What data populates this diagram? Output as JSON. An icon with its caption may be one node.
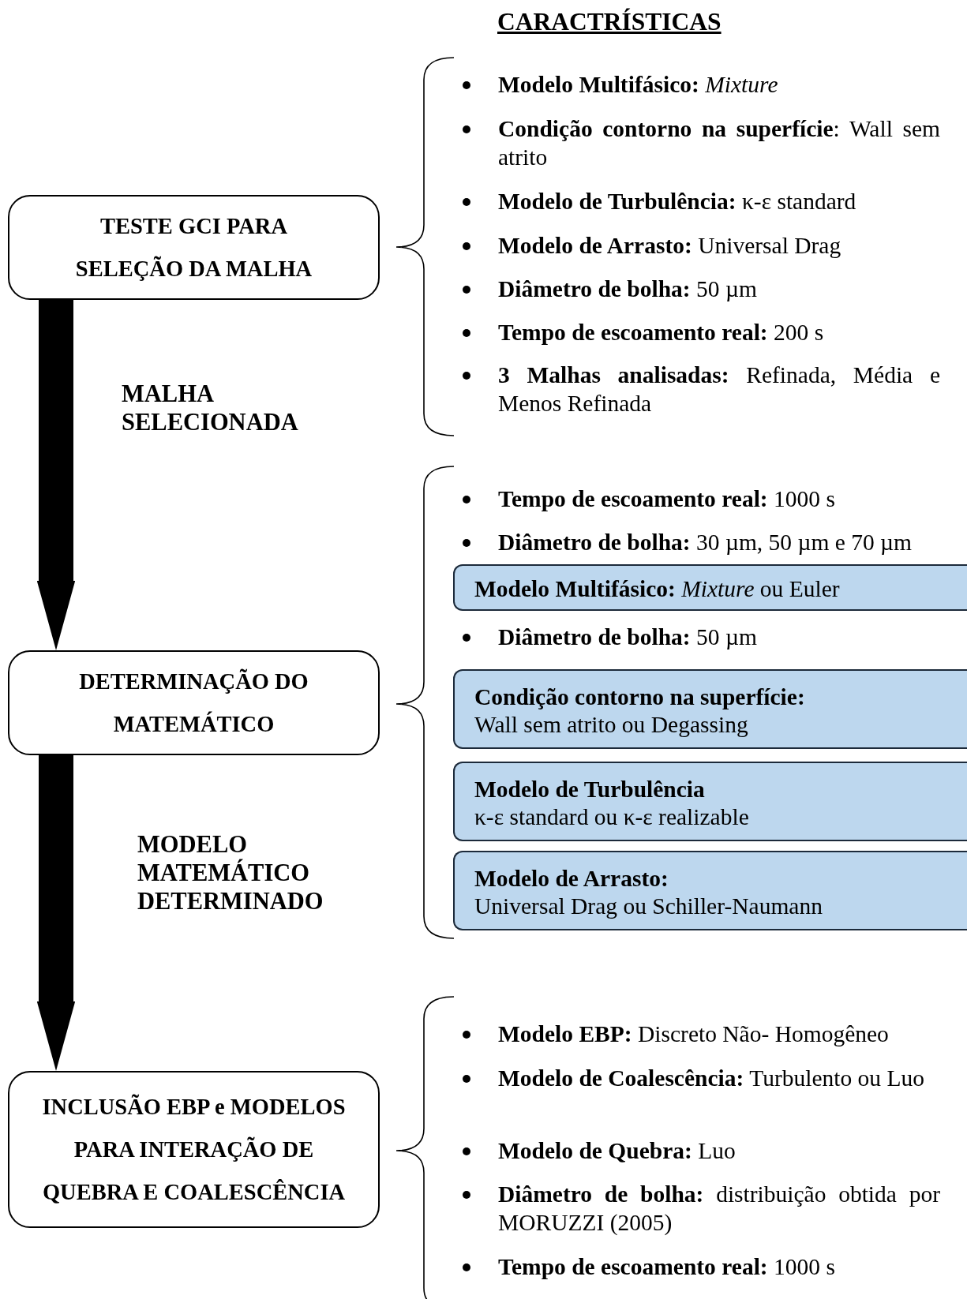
{
  "diagram": {
    "title": "CARACTRÍSTICAS",
    "nodes": [
      {
        "text": [
          "TESTE GCI PARA SELEÇÃO DA MALHA"
        ]
      },
      {
        "text": [
          "DETERMINAÇÃO DO MATEMÁTICO"
        ]
      },
      {
        "text": [
          "INCLUSÃO EBP e MODELOS PARA INTERAÇÃO DE QUEBRA E COALESCÊNCIA"
        ]
      },
      {
        "text": [
          "**Modelo Multifásico:** *Mixture* ou Euler"
        ]
      },
      {
        "text": [
          "Condição contorno na superfície:",
          "Wall sem atrito ou Degassing"
        ]
      },
      {
        "text": [
          "Modelo de Turbulência",
          "κ-ε standard ou κ-ε realizable"
        ]
      },
      {
        "text": [
          "Modelo de Arrasto:",
          "Universal Drag ou Schiller-Naumann"
        ]
      }
    ],
    "edges": [
      {
        "from": 0,
        "to": 1,
        "arrow": "to",
        "label": "MALHA SELECIONADA"
      },
      {
        "from": 1,
        "to": 2,
        "arrow": "to",
        "label": "MODELO MATEMÁTICO DETERMINADO"
      }
    ],
    "labels": [
      "**Modelo Multifásico:** *Mixture*",
      "**Condição contorno na superfície**: Wall sem atrito",
      "**Modelo de Turbulência:** κ-ε standard",
      "**Modelo de Arrasto:** Universal Drag",
      "**Diâmetro de bolha:** 50 µm",
      "**Tempo de escoamento real:** 200 s",
      "**3 Malhas analisadas:** Refinada, Média e Menos Refinada",
      "**Tempo de escoamento real:** 1000 s",
      "**Diâmetro de bolha:** 30 µm, 50 µm e 70 µm",
      "**Diâmetro de bolha:** 50 µm",
      "**Modelo EBP:** Discreto Não- Homogêneo",
      "**Modelo de Coalescência:** Turbulento ou Luo",
      "**Modelo de Quebra:** Luo",
      "**Diâmetro de bolha:** distribuição obtida por MORUZZI (2005)",
      "**Tempo de escoamento real:** 1000 s"
    ]
  }
}
